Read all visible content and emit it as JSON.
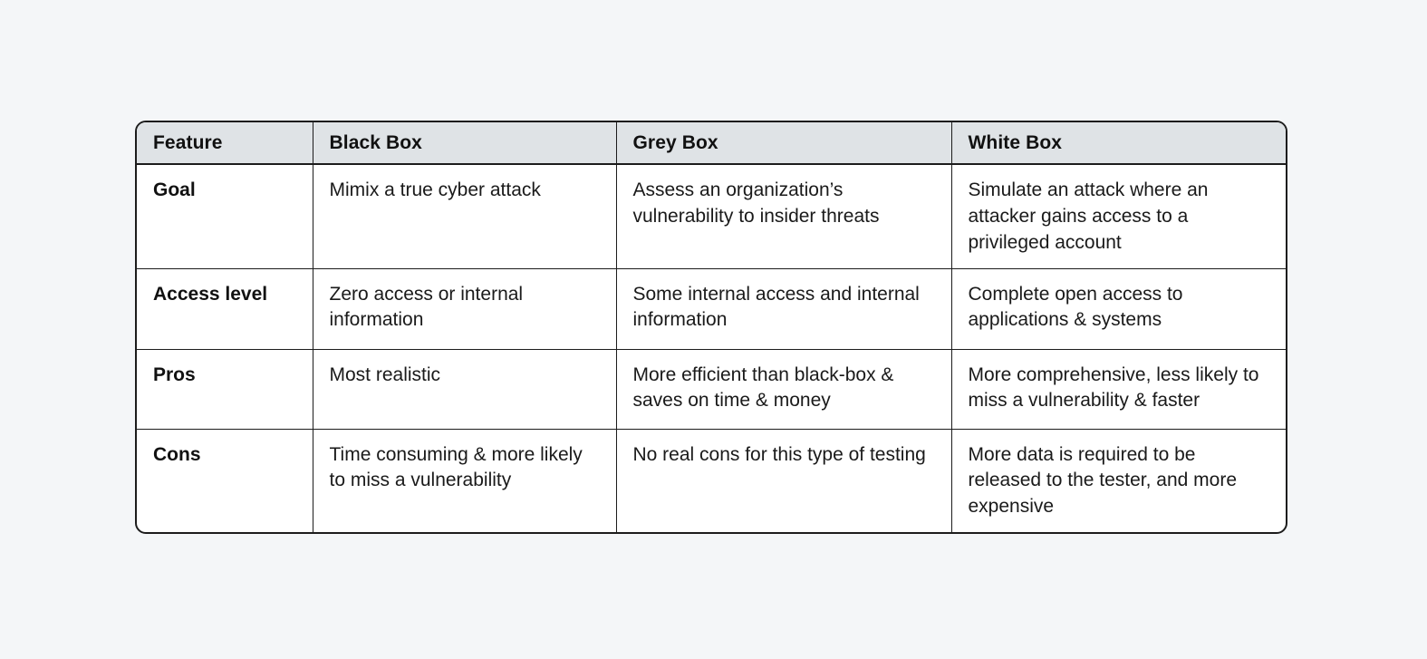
{
  "page": {
    "background_color": "#f4f6f8"
  },
  "table": {
    "border_color": "#1c1c1c",
    "header_background": "#dfe3e6",
    "columns": [
      {
        "key": "feature",
        "label": "Feature"
      },
      {
        "key": "black_box",
        "label": "Black Box"
      },
      {
        "key": "grey_box",
        "label": "Grey Box"
      },
      {
        "key": "white_box",
        "label": "White Box"
      }
    ],
    "rows": [
      {
        "feature": "Goal",
        "black_box": "Mimix a true cyber attack",
        "grey_box": "Assess an organization’s vulnerability to insider threats",
        "white_box": "Simulate an attack where an attacker gains access to a privileged account"
      },
      {
        "feature": "Access level",
        "black_box": "Zero access or internal information",
        "grey_box": "Some internal access and internal information",
        "white_box": "Complete open access to applications & systems"
      },
      {
        "feature": "Pros",
        "black_box": "Most realistic",
        "grey_box": "More efficient than black-box & saves on time & money",
        "white_box": "More comprehensive, less likely to miss a vulnerability & faster"
      },
      {
        "feature": "Cons",
        "black_box": "Time consuming & more likely to miss a vulnerability",
        "grey_box": "No real cons for this type of testing",
        "white_box": "More data is required to be released to the tester, and more expensive"
      }
    ]
  }
}
